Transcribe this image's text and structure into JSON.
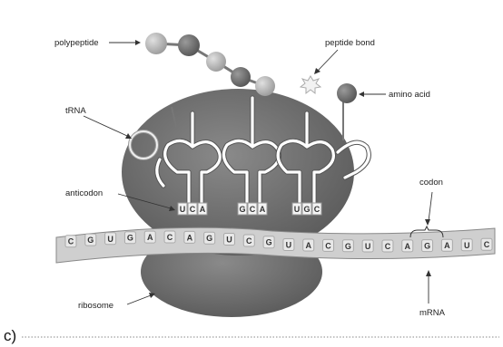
{
  "labels": {
    "polypeptide": "polypeptide",
    "peptide_bond": "peptide bond",
    "amino_acid": "amino acid",
    "trna": "tRNA",
    "anticodon": "anticodon",
    "codon": "codon",
    "ribosome": "ribosome",
    "mrna": "mRNA"
  },
  "part_label": "c)",
  "anticodons": [
    "U",
    "C",
    "A",
    "G",
    "C",
    "A",
    "U",
    "G",
    "C"
  ],
  "mrna_bases": [
    "C",
    "G",
    "U",
    "G",
    "A",
    "C",
    "A",
    "G",
    "U",
    "C",
    "G",
    "U",
    "A",
    "C",
    "G",
    "U",
    "C",
    "A",
    "G",
    "A",
    "U",
    "C"
  ],
  "colors": {
    "ribosome": "#6f6f6f",
    "mrna": "#bdbdbd",
    "amino_dark": "#6e6e6e",
    "amino_light": "#b5b5b5"
  }
}
